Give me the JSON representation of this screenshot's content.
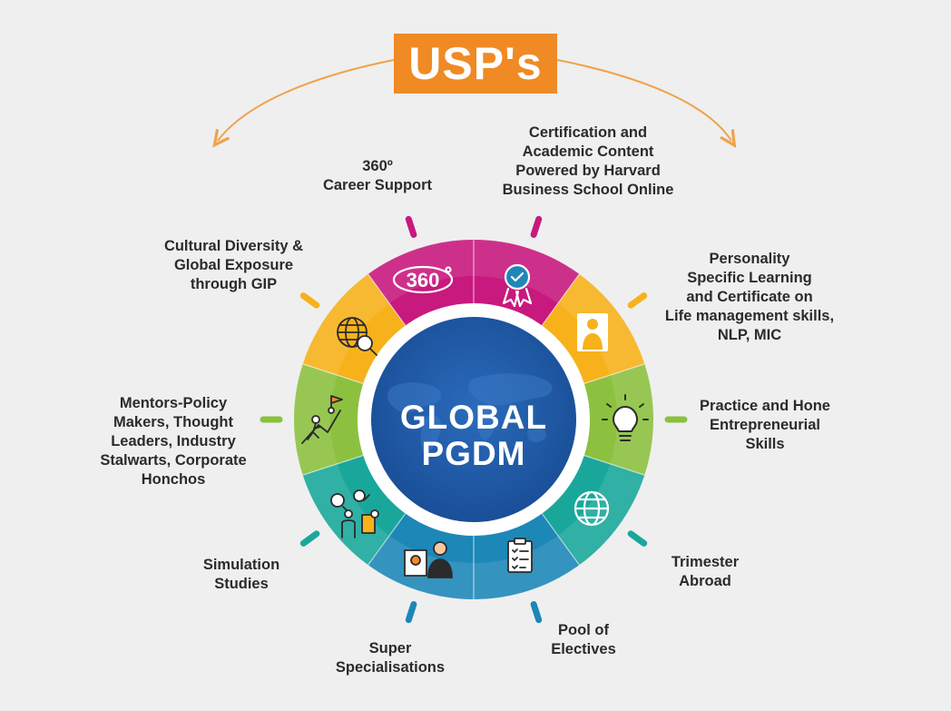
{
  "title": "USP's",
  "center": {
    "line1": "GLOBAL",
    "line2": "PGDM"
  },
  "icon_360_text": "360",
  "colors": {
    "background": "#efefef",
    "title_box": "#f08a24",
    "arrow": "#f0a24a",
    "center_circle": "#1f5aa6",
    "magenta": "#c8197e",
    "orange": "#f7b21b",
    "green": "#8cc13f",
    "teal": "#1aa79b",
    "blue": "#1d87b8"
  },
  "segments": [
    {
      "icon": "360-rotate-icon",
      "label": "360º\nCareer Support"
    },
    {
      "icon": "certificate-ribbon-icon",
      "label": "Certification and\nAcademic Content\nPowered by Harvard\nBusiness School Online"
    },
    {
      "icon": "person-presenter-icon",
      "label": "Personality\nSpecific Learning\nand Certificate on\nLife management skills,\nNLP, MIC"
    },
    {
      "icon": "lightbulb-icon",
      "label": "Practice and Hone\nEntrepreneurial\nSkills"
    },
    {
      "icon": "globe-icon",
      "label": "Trimester\nAbroad"
    },
    {
      "icon": "checklist-icon",
      "label": "Pool of\nElectives"
    },
    {
      "icon": "specialist-certificate-icon",
      "label": "Super\nSpecialisations"
    },
    {
      "icon": "team-simulation-icon",
      "label": "Simulation\nStudies"
    },
    {
      "icon": "mountain-climb-icon",
      "label": "Mentors-Policy\nMakers, Thought\nLeaders, Industry\nStalwarts, Corporate\nHonchos"
    },
    {
      "icon": "globe-search-icon",
      "label": "Cultural Diversity &\nGlobal Exposure\nthrough GIP"
    }
  ]
}
